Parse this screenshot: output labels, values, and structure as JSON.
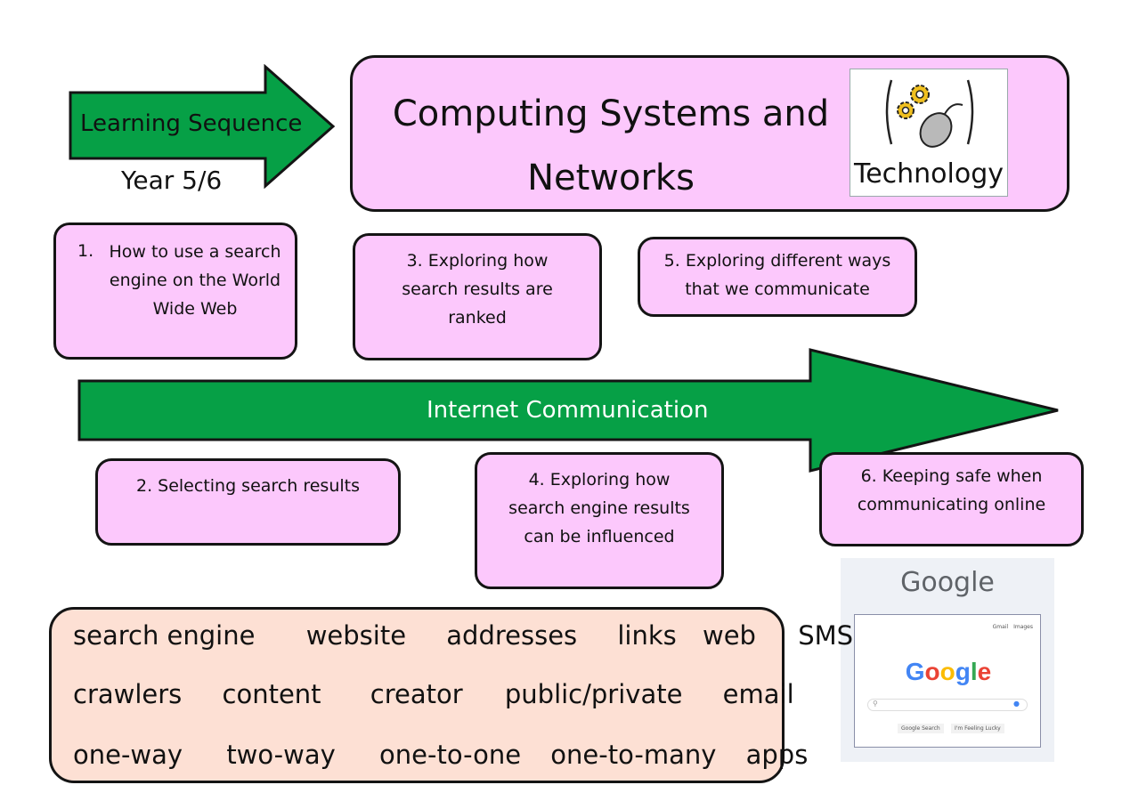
{
  "header": {
    "sequence_label": "Learning Sequence",
    "year_label": "Year 5/6",
    "title_line1": "Computing Systems and",
    "title_line2": "Networks",
    "technology_label": "Technology"
  },
  "lessons": [
    {
      "number": "1.",
      "text": "How to use a search engine on the World Wide Web"
    },
    {
      "text": "2. Selecting search results"
    },
    {
      "text": "3. Exploring how search results are ranked"
    },
    {
      "text": "4. Exploring how search engine results can be influenced"
    },
    {
      "text": "5. Exploring different ways that we communicate"
    },
    {
      "text": "6. Keeping safe when communicating online"
    }
  ],
  "theme_arrow": {
    "label": "Internet Communication"
  },
  "google_image": {
    "logo_text": "Google",
    "links": [
      "Gmail",
      "Images"
    ],
    "buttons": [
      "Google Search",
      "I'm Feeling Lucky"
    ]
  },
  "vocabulary": {
    "row1": [
      "search engine",
      "website",
      "addresses",
      "links",
      "web",
      "SMS"
    ],
    "row2": [
      "crawlers",
      "content",
      "creator",
      "public/private",
      "email"
    ],
    "row3": [
      "one-way",
      "two-way",
      "one-to-one",
      "one-to-many",
      "apps"
    ]
  },
  "colors": {
    "arrow_green": "#06a046",
    "box_pink": "#fcc8fc",
    "vocab_peach": "#fde0d4",
    "border": "#141414"
  }
}
